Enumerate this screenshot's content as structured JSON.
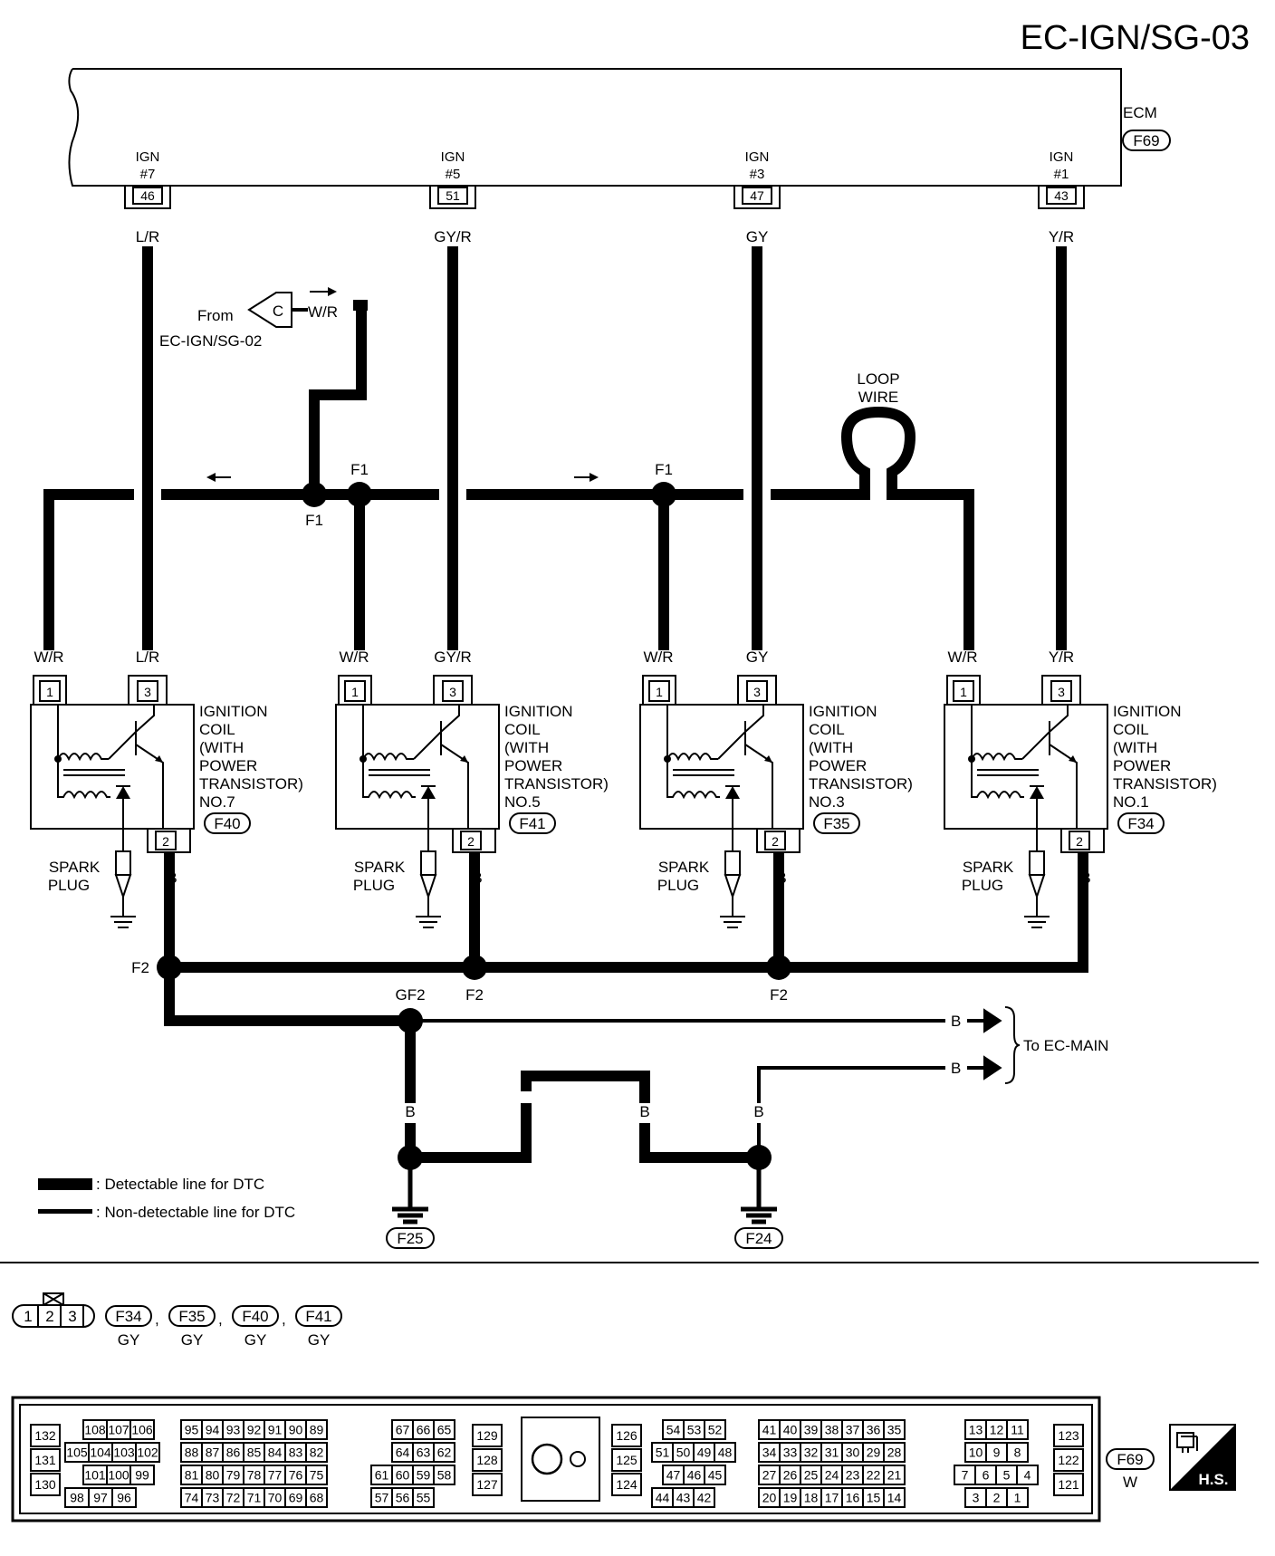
{
  "page_title": "EC-IGN/SG-03",
  "ecm": {
    "label": "ECM",
    "connector": "F69"
  },
  "ecm_pins": [
    {
      "name": "IGN",
      "num": "#7",
      "pin": "46",
      "wire": "L/R"
    },
    {
      "name": "IGN",
      "num": "#5",
      "pin": "51",
      "wire": "GY/R"
    },
    {
      "name": "IGN",
      "num": "#3",
      "pin": "47",
      "wire": "GY"
    },
    {
      "name": "IGN",
      "num": "#1",
      "pin": "43",
      "wire": "Y/R"
    }
  ],
  "from_ref": {
    "word": "From",
    "letter": "C",
    "page": "EC-IGN/SG-02",
    "wire": "W/R"
  },
  "loop_wire": [
    "LOOP",
    "WIRE"
  ],
  "splice_f1": "F1",
  "splice_f2": "F2",
  "splice_gf2": "GF2",
  "coils": [
    {
      "w1": "W/R",
      "w3": "L/R",
      "p1": "1",
      "p3": "3",
      "p2": "2",
      "lines": [
        "IGNITION",
        "COIL",
        "(WITH",
        " POWER",
        "TRANSISTOR)",
        "NO.7"
      ],
      "connector": "F40",
      "ground_wire": "B"
    },
    {
      "w1": "W/R",
      "w3": "GY/R",
      "p1": "1",
      "p3": "3",
      "p2": "2",
      "lines": [
        "IGNITION",
        "COIL",
        "(WITH",
        " POWER",
        "TRANSISTOR)",
        "NO.5"
      ],
      "connector": "F41",
      "ground_wire": "B"
    },
    {
      "w1": "W/R",
      "w3": "GY",
      "p1": "1",
      "p3": "3",
      "p2": "2",
      "lines": [
        "IGNITION",
        "COIL",
        "(WITH",
        " POWER",
        "TRANSISTOR)",
        "NO.3"
      ],
      "connector": "F35",
      "ground_wire": "B"
    },
    {
      "w1": "W/R",
      "w3": "Y/R",
      "p1": "1",
      "p3": "3",
      "p2": "2",
      "lines": [
        "IGNITION",
        "COIL",
        "(WITH",
        " POWER",
        "TRANSISTOR)",
        "NO.1"
      ],
      "connector": "F34",
      "ground_wire": "B"
    }
  ],
  "spark_plug": [
    "SPARK",
    "PLUG"
  ],
  "ground_wire": "B",
  "to_main": "To EC-MAIN",
  "grounds": [
    "F25",
    "F24"
  ],
  "legend": [
    {
      "label": ": Detectable line for DTC",
      "style": "thick"
    },
    {
      "label": ": Non-detectable line for DTC",
      "style": "thin"
    }
  ],
  "small_connector": {
    "pins": [
      "1",
      "2",
      "3"
    ],
    "refs": [
      {
        "id": "F34",
        "color": "GY"
      },
      {
        "id": "F35",
        "color": "GY"
      },
      {
        "id": "F40",
        "color": "GY"
      },
      {
        "id": "F41",
        "color": "GY"
      }
    ],
    "sep": ","
  },
  "ecm_connector": {
    "id": "F69",
    "color": "W",
    "hs_label": "H.S.",
    "left_col": [
      "132",
      "131",
      "130"
    ],
    "b1_rows": [
      [
        "108",
        "107",
        "106"
      ],
      [
        "105",
        "104",
        "103",
        "102"
      ],
      [
        "101",
        "100",
        "99"
      ],
      [
        "98",
        "97",
        "96"
      ]
    ],
    "b2_rows": [
      [
        "95",
        "94",
        "93",
        "92",
        "91",
        "90",
        "89"
      ],
      [
        "88",
        "87",
        "86",
        "85",
        "84",
        "83",
        "82"
      ],
      [
        "81",
        "80",
        "79",
        "78",
        "77",
        "76",
        "75"
      ],
      [
        "74",
        "73",
        "72",
        "71",
        "70",
        "69",
        "68"
      ]
    ],
    "b3_rows": [
      [
        "67",
        "66",
        "65"
      ],
      [
        "64",
        "63",
        "62"
      ],
      [
        "61",
        "60",
        "59",
        "58"
      ],
      [
        "57",
        "56",
        "55"
      ]
    ],
    "col_b": [
      "129",
      "128",
      "127"
    ],
    "col_c": [
      "126",
      "125",
      "124"
    ],
    "b4_rows": [
      [
        "54",
        "53",
        "52"
      ],
      [
        "51",
        "50",
        "49",
        "48"
      ],
      [
        "47",
        "46",
        "45"
      ],
      [
        "44",
        "43",
        "42"
      ]
    ],
    "b5_rows": [
      [
        "41",
        "40",
        "39",
        "38",
        "37",
        "36",
        "35"
      ],
      [
        "34",
        "33",
        "32",
        "31",
        "30",
        "29",
        "28"
      ],
      [
        "27",
        "26",
        "25",
        "24",
        "23",
        "22",
        "21"
      ],
      [
        "20",
        "19",
        "18",
        "17",
        "16",
        "15",
        "14"
      ]
    ],
    "b6_rows": [
      [
        "13",
        "12",
        "11"
      ],
      [
        "10",
        "9",
        "8"
      ],
      [
        "7",
        "6",
        "5",
        "4"
      ],
      [
        "3",
        "2",
        "1"
      ]
    ],
    "col_d": [
      "123",
      "122",
      "121"
    ]
  }
}
